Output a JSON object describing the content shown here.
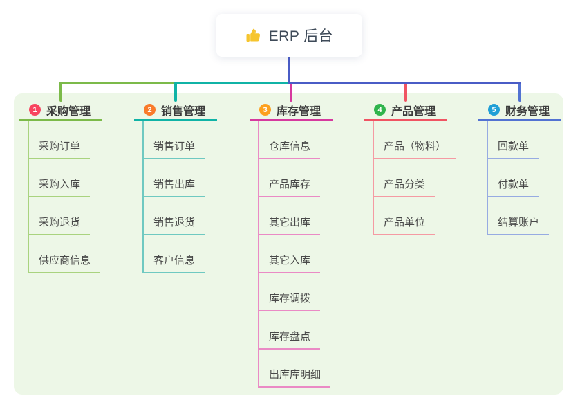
{
  "root": {
    "label": "ERP 后台",
    "icon": "thumbs-up-icon",
    "icon_color": "#f6c52e",
    "line_color": "#4a5cc6",
    "card_bg": "#ffffff"
  },
  "panel": {
    "bg_color": "#edf7e7"
  },
  "branches": [
    {
      "number": "1",
      "label": "采购管理",
      "badge_color": "#f8445f",
      "color": "#7cba4a",
      "light_color": "#a9d37f",
      "items": [
        "采购订单",
        "采购入库",
        "采购退货",
        "供应商信息"
      ]
    },
    {
      "number": "2",
      "label": "销售管理",
      "badge_color": "#f97b2b",
      "color": "#10b3a6",
      "light_color": "#6fc9c1",
      "items": [
        "销售订单",
        "销售出库",
        "销售退货",
        "客户信息"
      ]
    },
    {
      "number": "3",
      "label": "库存管理",
      "badge_color": "#fda01e",
      "color": "#d6399e",
      "light_color": "#ea8ac5",
      "items": [
        "仓库信息",
        "产品库存",
        "其它出库",
        "其它入库",
        "库存调拨",
        "库存盘点",
        "出库库明细"
      ]
    },
    {
      "number": "4",
      "label": "产品管理",
      "badge_color": "#2fb44c",
      "color": "#f05463",
      "light_color": "#f59aa3",
      "items": [
        "产品（物料）",
        "产品分类",
        "产品单位"
      ]
    },
    {
      "number": "5",
      "label": "财务管理",
      "badge_color": "#209fd6",
      "color": "#5272d2",
      "light_color": "#97abe2",
      "items": [
        "回款单",
        "付款单",
        "结算账户"
      ]
    }
  ]
}
